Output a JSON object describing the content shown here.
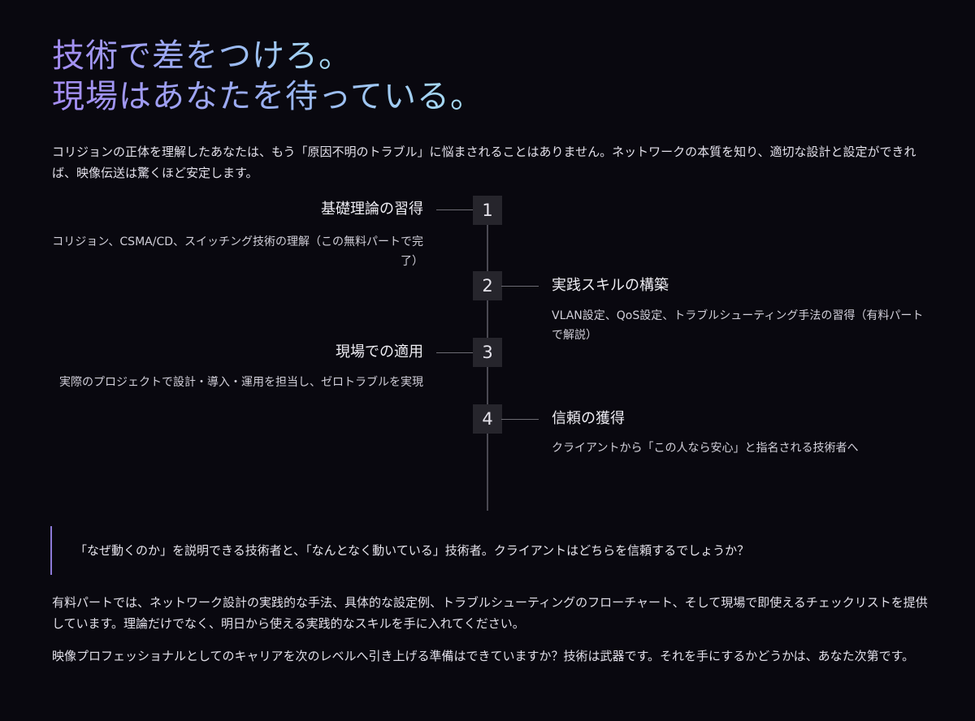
{
  "headline": {
    "line1": "技術で差をつけろ。",
    "line2": "現場はあなたを待っている。"
  },
  "intro": "コリジョンの正体を理解したあなたは、もう「原因不明のトラブル」に悩まされることはありません。ネットワークの本質を知り、適切な設計と設定ができれば、映像伝送は驚くほど安定します。",
  "timeline": {
    "steps": [
      {
        "number": "1",
        "title": "基礎理論の習得",
        "description": "コリジョン、CSMA/CD、スイッチング技術の理解（この無料パートで完了）"
      },
      {
        "number": "2",
        "title": "実践スキルの構築",
        "description": "VLAN設定、QoS設定、トラブルシューティング手法の習得（有料パートで解説）"
      },
      {
        "number": "3",
        "title": "現場での適用",
        "description": "実際のプロジェクトで設計・導入・運用を担当し、ゼロトラブルを実現"
      },
      {
        "number": "4",
        "title": "信頼の獲得",
        "description": "クライアントから「この人なら安心」と指名される技術者へ"
      }
    ]
  },
  "quote": "「なぜ動くのか」を説明できる技術者と、「なんとなく動いている」技術者。クライアントはどちらを信頼するでしょうか？",
  "paragraphs": [
    "有料パートでは、ネットワーク設計の実践的な手法、具体的な設定例、トラブルシューティングのフローチャート、そして現場で即使えるチェックリストを提供しています。理論だけでなく、明日から使える実践的なスキルを手に入れてください。",
    "映像プロフェッショナルとしてのキャリアを次のレベルへ引き上げる準備はできていますか？技術は武器です。それを手にするかどうかは、あなた次第です。"
  ],
  "colors": {
    "background": "#09080f",
    "accent_purple": "#a48cf2",
    "accent_cyan": "#a7dff2",
    "quote_border": "#8d7ad8"
  }
}
